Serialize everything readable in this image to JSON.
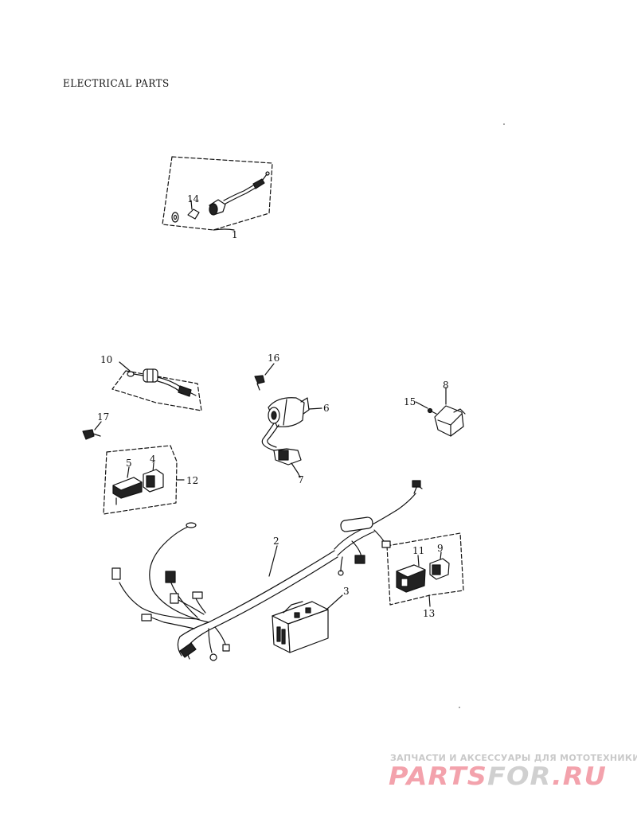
{
  "page": {
    "title": "ELECTRICAL PARTS"
  },
  "callouts": {
    "c1": "1",
    "c2": "2",
    "c3": "3",
    "c4": "4",
    "c5": "5",
    "c6": "6",
    "c7": "7",
    "c8": "8",
    "c9": "9",
    "c10": "10",
    "c11": "11",
    "c12": "12",
    "c13": "13",
    "c14": "14",
    "c15": "15",
    "c16": "16",
    "c17": "17"
  },
  "watermark": {
    "tagline": "ЗАПЧАСТИ И АКСЕССУАРЫ ДЛЯ МОТОТЕХНИКИ",
    "logo_part1": "PARTS",
    "logo_part2": "FOR",
    "logo_part3": ".RU",
    "logo_colors": {
      "accent": "#f3a2ac",
      "neutral": "#d0d0d0"
    }
  }
}
